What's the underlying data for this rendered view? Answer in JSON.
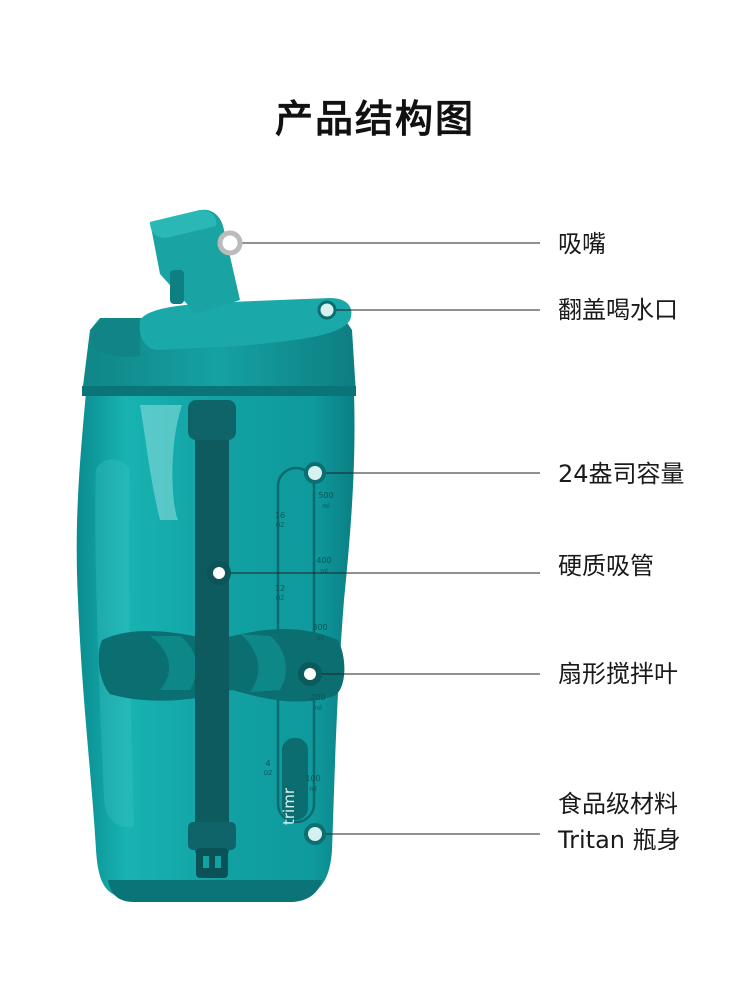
{
  "title": "产品结构图",
  "brand": "trimr",
  "scale": {
    "ml": [
      "500",
      "400",
      "300",
      "200",
      "100"
    ],
    "ml_unit": "ml",
    "oz": [
      "16",
      "12",
      "4"
    ],
    "oz_unit": "OZ"
  },
  "callouts": [
    {
      "name": "straw-mouthpiece",
      "lines": [
        "吸嘴"
      ]
    },
    {
      "name": "flip-lid-spout",
      "lines": [
        "翻盖喝水口"
      ]
    },
    {
      "name": "capacity",
      "lines": [
        "24盎司容量"
      ]
    },
    {
      "name": "hard-straw",
      "lines": [
        "硬质吸管"
      ]
    },
    {
      "name": "fan-blade",
      "lines": [
        "扇形搅拌叶"
      ]
    },
    {
      "name": "tritan-body",
      "lines": [
        "食品级材料",
        "Tritan 瓶身"
      ]
    }
  ],
  "colors": {
    "bottle_body": "#12a3a4",
    "bottle_dark": "#0b7f83",
    "lid": "#138f91",
    "straw": "#0e5f63",
    "line": "#222222"
  }
}
